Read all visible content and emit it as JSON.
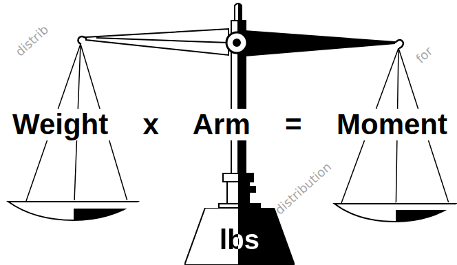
{
  "diagram": {
    "nodes": [
      {
        "text": [
          "lbs"
        ]
      }
    ],
    "labels": [
      "Weight x Arm = Moment",
      "distrib",
      "distribution",
      "for"
    ]
  }
}
